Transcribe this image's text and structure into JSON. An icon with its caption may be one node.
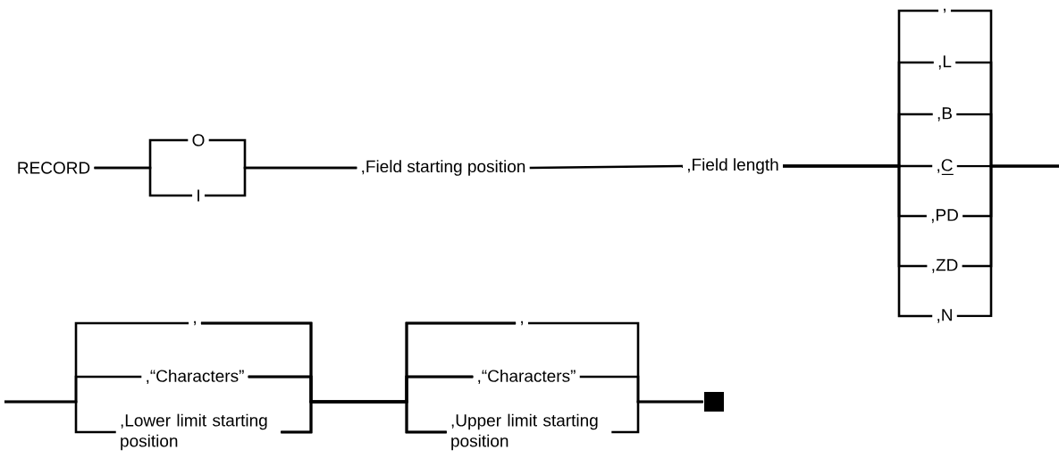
{
  "diagram": {
    "nodes": [
      {
        "text": [
          "RECORD"
        ]
      },
      {
        "text": [
          "O"
        ]
      },
      {
        "text": [
          "I"
        ]
      },
      {
        "text": [
          ",Field starting position"
        ]
      },
      {
        "text": [
          ",Field length"
        ]
      },
      {
        "text": [
          ","
        ]
      },
      {
        "text": [
          ",L"
        ]
      },
      {
        "text": [
          ",B"
        ]
      },
      {
        "text": [
          ",C"
        ]
      },
      {
        "text": [
          ",PD"
        ]
      },
      {
        "text": [
          ",ZD"
        ]
      },
      {
        "text": [
          ",N"
        ]
      },
      {
        "text": [
          ","
        ]
      },
      {
        "text": [
          ",“Characters”"
        ]
      },
      {
        "text": [
          ",Lower limit starting position"
        ]
      },
      {
        "text": [
          ","
        ]
      },
      {
        "text": [
          ",“Characters”"
        ]
      },
      {
        "text": [
          ",Upper limit starting position"
        ]
      },
      {
        "text": [],
        "shape": "box"
      }
    ],
    "edges": [
      {
        "from": 0,
        "to": 1,
        "arrow": "none"
      },
      {
        "from": 0,
        "to": 2,
        "arrow": "none"
      },
      {
        "from": 1,
        "to": 3,
        "arrow": "none"
      },
      {
        "from": 2,
        "to": 3,
        "arrow": "none"
      },
      {
        "from": 3,
        "to": 4,
        "arrow": "none"
      },
      {
        "from": 4,
        "to": 5,
        "arrow": "none"
      },
      {
        "from": 4,
        "to": 6,
        "arrow": "none"
      },
      {
        "from": 4,
        "to": 7,
        "arrow": "none"
      },
      {
        "from": 4,
        "to": 8,
        "arrow": "none"
      },
      {
        "from": 4,
        "to": 9,
        "arrow": "none"
      },
      {
        "from": 4,
        "to": 10,
        "arrow": "none"
      },
      {
        "from": 4,
        "to": 11,
        "arrow": "none"
      },
      {
        "from": 5,
        "to": null,
        "arrow": "none"
      },
      {
        "from": 6,
        "to": null,
        "arrow": "none"
      },
      {
        "from": 7,
        "to": null,
        "arrow": "none"
      },
      {
        "from": 8,
        "to": null,
        "arrow": "none"
      },
      {
        "from": 9,
        "to": null,
        "arrow": "none"
      },
      {
        "from": 10,
        "to": null,
        "arrow": "none"
      },
      {
        "from": 11,
        "to": null,
        "arrow": "none"
      },
      {
        "from": null,
        "to": 12,
        "arrow": "none"
      },
      {
        "from": null,
        "to": 13,
        "arrow": "none"
      },
      {
        "from": null,
        "to": 14,
        "arrow": "none"
      },
      {
        "from": 12,
        "to": 15,
        "arrow": "none"
      },
      {
        "from": 12,
        "to": 16,
        "arrow": "none"
      },
      {
        "from": 12,
        "to": 17,
        "arrow": "none"
      },
      {
        "from": 13,
        "to": 15,
        "arrow": "none"
      },
      {
        "from": 13,
        "to": 16,
        "arrow": "none"
      },
      {
        "from": 13,
        "to": 17,
        "arrow": "none"
      },
      {
        "from": 14,
        "to": 15,
        "arrow": "none"
      },
      {
        "from": 14,
        "to": 16,
        "arrow": "none"
      },
      {
        "from": 14,
        "to": 17,
        "arrow": "none"
      },
      {
        "from": 15,
        "to": 18,
        "arrow": "none"
      },
      {
        "from": 16,
        "to": 18,
        "arrow": "none"
      },
      {
        "from": 17,
        "to": 18,
        "arrow": "none"
      }
    ]
  }
}
